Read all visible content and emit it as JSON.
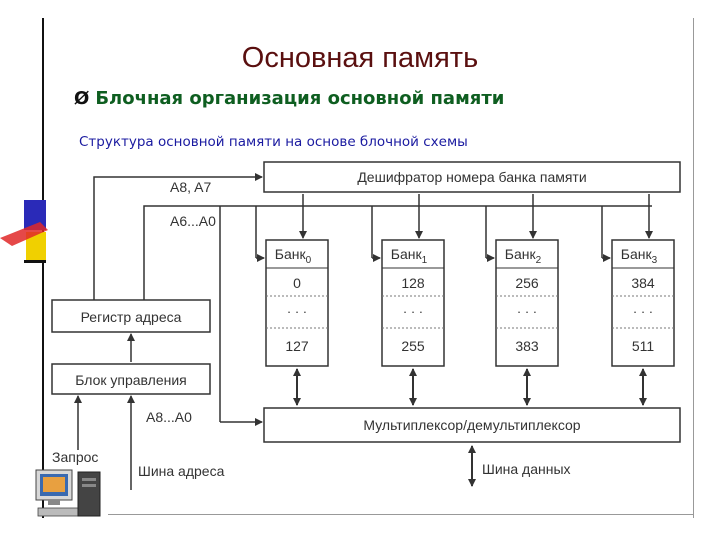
{
  "slide": {
    "title": "Основная память",
    "bullet_text": "Блочная организация основной памяти",
    "bullet_marker": "Ø",
    "subtitle": "Структура основной памяти на основе блочной схемы"
  },
  "diagram": {
    "decoder_label": "Дешифратор номера банка памяти",
    "addr_bits_high": "A8, A7",
    "addr_bits_mid": "A6...A0",
    "addr_bits_low": "A8...A0",
    "register_label": "Регистр адреса",
    "control_label": "Блок управления",
    "mux_label": "Мультиплексор/демультиплексор",
    "request_label": "Запрос",
    "address_bus_label": "Шина адреса",
    "data_bus_label": "Шина данных",
    "dots": "· · ·",
    "banks": [
      {
        "name": "Банк",
        "index": "0",
        "first": "0",
        "last": "127"
      },
      {
        "name": "Банк",
        "index": "1",
        "first": "128",
        "last": "255"
      },
      {
        "name": "Банк",
        "index": "2",
        "first": "256",
        "last": "383"
      },
      {
        "name": "Банк",
        "index": "3",
        "first": "384",
        "last": "511"
      }
    ]
  },
  "colors": {
    "title": "#5a0f0f",
    "bullet": "#0e5e20",
    "subtitle": "#1a1aa0",
    "deco_blue": "#2a2ab8",
    "deco_red": "#e02828",
    "deco_yellow": "#f0d000"
  }
}
